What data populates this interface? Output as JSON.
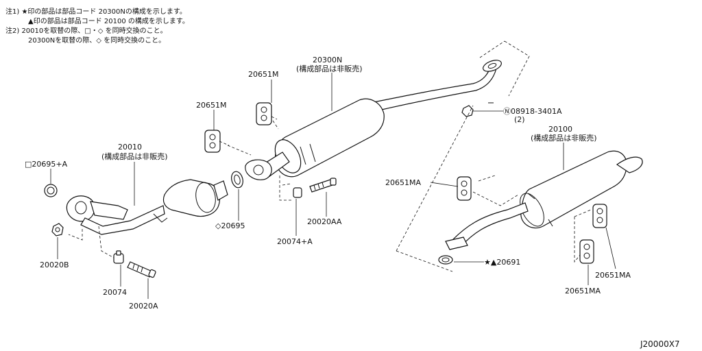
{
  "notes": [
    "注1) ★印の部品は部品コード 20300Nの構成を示します。",
    "▲印の部品は部品コード 20100 の構成を示します。",
    "注2) 20010を取替の際、□・◇ を同時交換のこと。",
    "20300Nを取替の際、◇ を同時交換のこと。"
  ],
  "labels": {
    "p20300N": "20300N",
    "p20300N_note": "(構成部品は非販売)",
    "p20651M_a": "20651M",
    "p20651M_b": "20651M",
    "p20010": "20010",
    "p20010_note": "(構成部品は非販売)",
    "p20695A": "□20695+A",
    "p20695": "◇20695",
    "p20020AA": "20020AA",
    "p20074A": "20074+A",
    "p20020B": "20020B",
    "p20074": "20074",
    "p20020A": "20020A",
    "p08918": "Ⓝ08918-3401A",
    "p08918_qty": "(2)",
    "p20100": "20100",
    "p20100_note": "(構成部品は非販売)",
    "p20651MA_a": "20651MA",
    "p20651MA_b": "20651MA",
    "p20651MA_c": "20651MA",
    "p20691": "★▲20691",
    "diagram_code": "J20000X7"
  }
}
